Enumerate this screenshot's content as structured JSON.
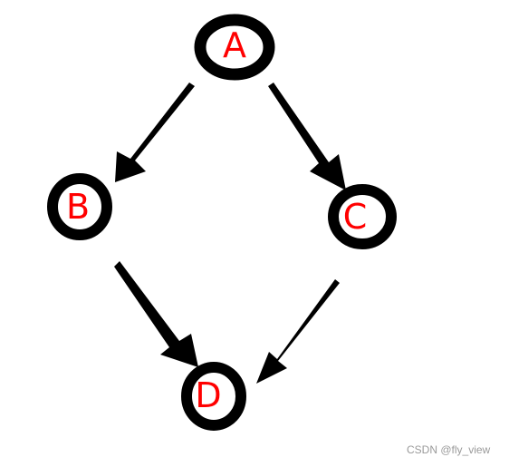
{
  "diagram": {
    "nodes": [
      {
        "id": "A",
        "label": "A"
      },
      {
        "id": "B",
        "label": "B"
      },
      {
        "id": "C",
        "label": "C"
      },
      {
        "id": "D",
        "label": "D"
      }
    ],
    "edges": [
      {
        "from": "A",
        "to": "B"
      },
      {
        "from": "A",
        "to": "C"
      },
      {
        "from": "B",
        "to": "D"
      },
      {
        "from": "C",
        "to": "D"
      }
    ],
    "colors": {
      "node_outline": "#000000",
      "node_fill": "#ffffff",
      "label": "#ff0000",
      "arrow": "#000000"
    }
  },
  "watermark": "CSDN @fly_view"
}
